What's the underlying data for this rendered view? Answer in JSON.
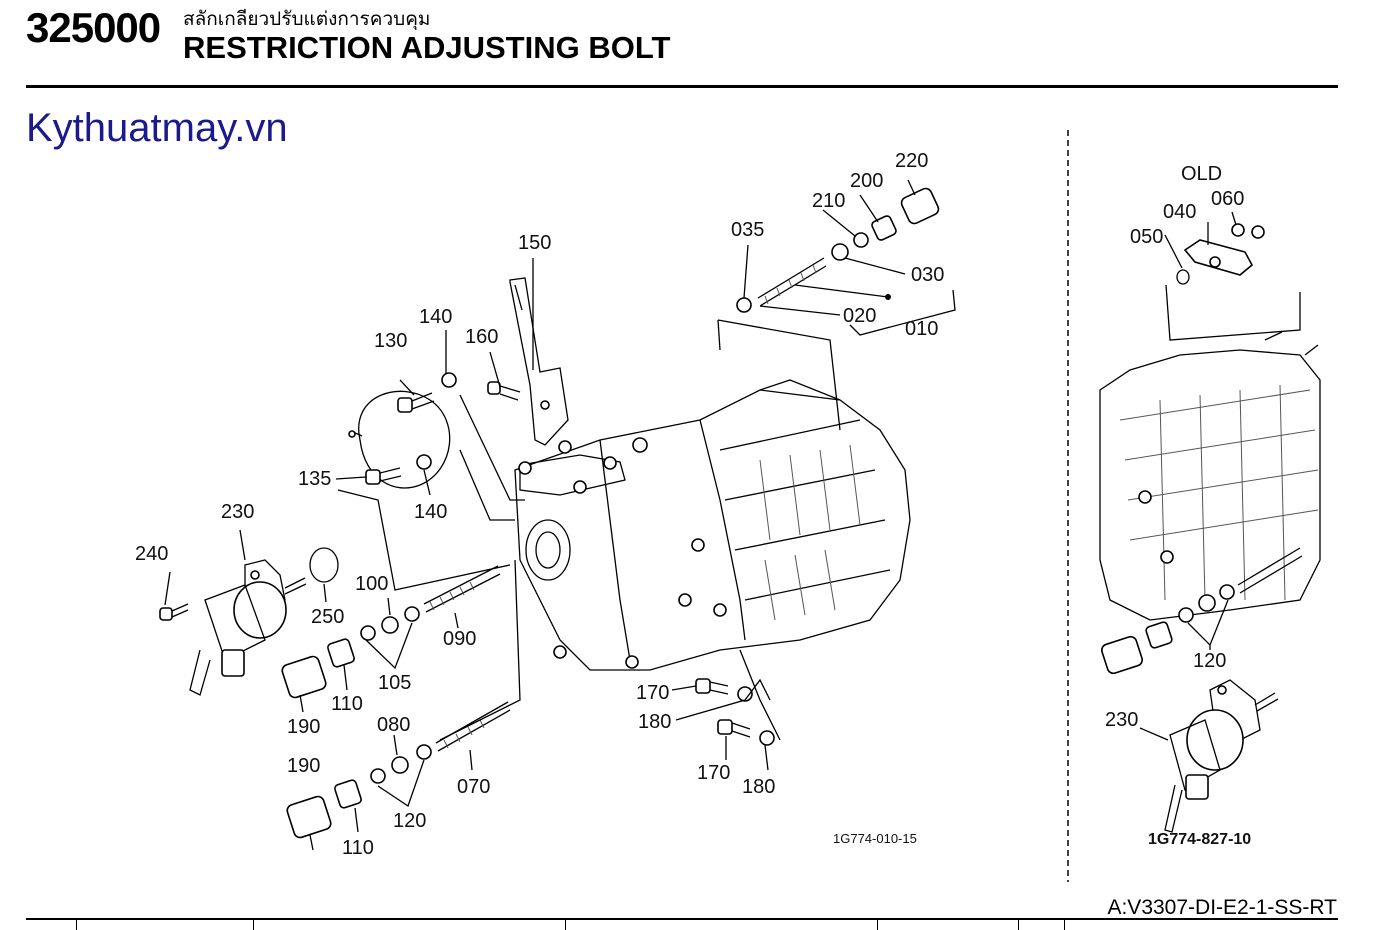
{
  "header": {
    "code": "325000",
    "thai_title": "สลักเกลียวปรับแต่งการควบคุม",
    "title": "RESTRICTION ADJUSTING BOLT"
  },
  "brand": "Kythuatmay.vn",
  "model_code": "A:V3307-DI-E2-1-SS-RT",
  "main_diagram": {
    "drawing_number": "1G774-010-15",
    "callouts": [
      "220",
      "200",
      "210",
      "035",
      "030",
      "020",
      "010",
      "150",
      "140",
      "130",
      "160",
      "135",
      "140",
      "230",
      "240",
      "250",
      "100",
      "090",
      "105",
      "110",
      "190",
      "080",
      "070",
      "120",
      "110",
      "190",
      "170",
      "180",
      "170",
      "180"
    ]
  },
  "old_diagram": {
    "label": "OLD",
    "drawing_number": "1G774-827-10",
    "callouts": [
      "040",
      "060",
      "050",
      "120",
      "230"
    ]
  },
  "colors": {
    "brand": "#1a1a8c",
    "ink": "#000000"
  }
}
